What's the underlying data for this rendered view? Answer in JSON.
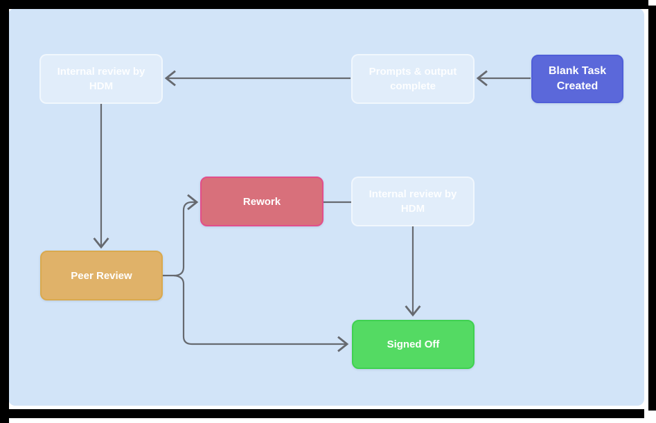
{
  "diagram": {
    "type": "flowchart",
    "nodes": [
      {
        "id": "internal-review-top",
        "label": "Internal review by HDM",
        "style": "faded"
      },
      {
        "id": "prompts-output",
        "label": "Prompts & output complete",
        "style": "faded"
      },
      {
        "id": "blank-task",
        "label": "Blank Task Created",
        "style": "primary"
      },
      {
        "id": "rework",
        "label": "Rework",
        "style": "danger"
      },
      {
        "id": "internal-review-mid",
        "label": "Internal review by HDM",
        "style": "faded"
      },
      {
        "id": "peer-review",
        "label": "Peer Review",
        "style": "warning"
      },
      {
        "id": "signed-off",
        "label": "Signed Off",
        "style": "success"
      }
    ],
    "edges": [
      {
        "from": "blank-task",
        "to": "prompts-output",
        "arrowhead": true
      },
      {
        "from": "prompts-output",
        "to": "internal-review-top",
        "arrowhead": true
      },
      {
        "from": "internal-review-top",
        "to": "peer-review",
        "arrowhead": true
      },
      {
        "from": "peer-review",
        "to": "rework",
        "arrowhead": true
      },
      {
        "from": "peer-review",
        "to": "signed-off",
        "arrowhead": true
      },
      {
        "from": "rework",
        "to": "internal-review-mid",
        "arrowhead": false
      },
      {
        "from": "internal-review-mid",
        "to": "signed-off",
        "arrowhead": true
      }
    ]
  },
  "colors": {
    "page_bg": "#ffffff",
    "frame": "#000000",
    "canvas_bg": "#d2e4f8",
    "edge": "#66696f",
    "node_text": "#ffffff",
    "node_faded_bg": "rgba(255,255,255,0.33)",
    "node_faded_border": "rgba(255,255,255,0.55)",
    "node_faded_text": "rgba(255,255,255,0.92)",
    "node_primary_bg": "#5b68da",
    "node_primary_border": "#4f5ed8",
    "node_danger_bg": "#d8707b",
    "node_danger_border": "#e24e8b",
    "node_warning_bg": "#e0b269",
    "node_warning_border": "#d9a94e",
    "node_success_bg": "#54da63",
    "node_success_border": "#3fd150"
  }
}
